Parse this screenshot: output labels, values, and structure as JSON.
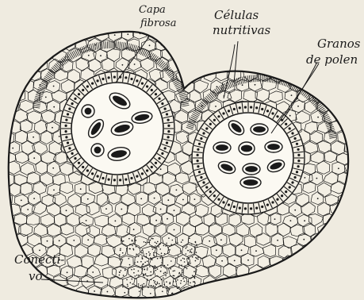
{
  "labels": {
    "capa_fibrosa": [
      "Capa",
      "fibrosa"
    ],
    "celulas_nutritivas": [
      "Células",
      "nutritivas"
    ],
    "granos_de_polen": [
      "Granos",
      "de polen"
    ],
    "conectivo": [
      "Conecti-",
      "vo"
    ]
  },
  "colors": {
    "paper": "#efebe0",
    "ink": "#1a1a1a"
  }
}
